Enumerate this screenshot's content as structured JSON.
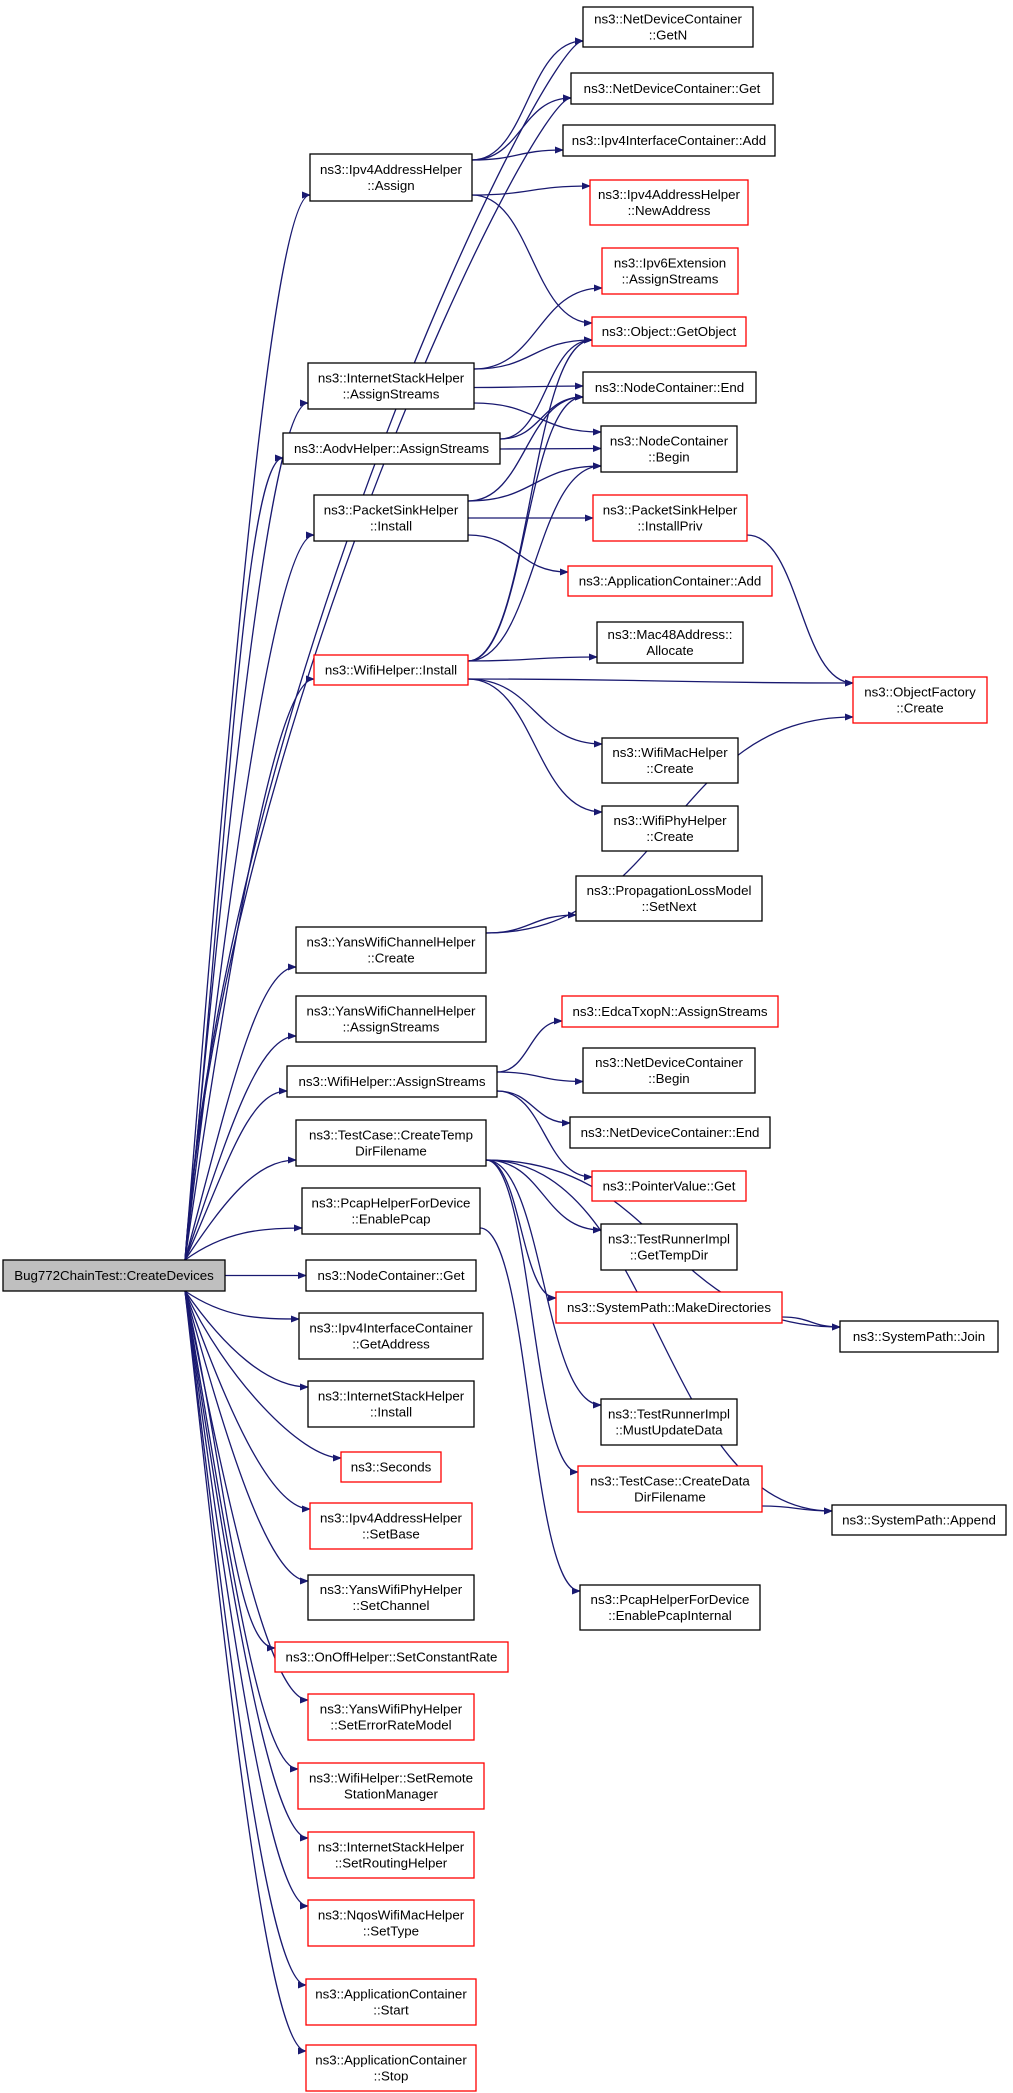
{
  "diagram": {
    "type": "call-graph",
    "root": "Bug772ChainTest::CreateDevices",
    "colors": {
      "edge": "#191970",
      "node_border": "#000000",
      "node_border_truncated": "#ff0000",
      "root_fill": "#bfbfbf"
    },
    "nodes": [
      {
        "id": "root",
        "lines": [
          "Bug772ChainTest::CreateDevices"
        ],
        "style": "root"
      },
      {
        "id": "ndc_getn",
        "lines": [
          "ns3::NetDeviceContainer",
          "::GetN"
        ],
        "style": "black"
      },
      {
        "id": "ndc_get",
        "lines": [
          "ns3::NetDeviceContainer::Get"
        ],
        "style": "black"
      },
      {
        "id": "ipv4addr_assign",
        "lines": [
          "ns3::Ipv4AddressHelper",
          "::Assign"
        ],
        "style": "black"
      },
      {
        "id": "ipv4if_add",
        "lines": [
          "ns3::Ipv4InterfaceContainer::Add"
        ],
        "style": "black"
      },
      {
        "id": "ipv4addr_newaddress",
        "lines": [
          "ns3::Ipv4AddressHelper",
          "::NewAddress"
        ],
        "style": "red"
      },
      {
        "id": "ipv6ext_assign",
        "lines": [
          "ns3::Ipv6Extension",
          "::AssignStreams"
        ],
        "style": "red"
      },
      {
        "id": "object_getobject",
        "lines": [
          "ns3::Object::GetObject"
        ],
        "style": "red"
      },
      {
        "id": "internetstack_assign",
        "lines": [
          "ns3::InternetStackHelper",
          "::AssignStreams"
        ],
        "style": "black"
      },
      {
        "id": "nodecontainer_end",
        "lines": [
          "ns3::NodeContainer::End"
        ],
        "style": "black"
      },
      {
        "id": "aodv_assign",
        "lines": [
          "ns3::AodvHelper::AssignStreams"
        ],
        "style": "black"
      },
      {
        "id": "nodecontainer_begin",
        "lines": [
          "ns3::NodeContainer",
          "::Begin"
        ],
        "style": "black"
      },
      {
        "id": "packetsink_install",
        "lines": [
          "ns3::PacketSinkHelper",
          "::Install"
        ],
        "style": "black"
      },
      {
        "id": "packetsink_installpriv",
        "lines": [
          "ns3::PacketSinkHelper",
          "::InstallPriv"
        ],
        "style": "red"
      },
      {
        "id": "appcontainer_add",
        "lines": [
          "ns3::ApplicationContainer::Add"
        ],
        "style": "red"
      },
      {
        "id": "mac48_allocate",
        "lines": [
          "ns3::Mac48Address::",
          "Allocate"
        ],
        "style": "black"
      },
      {
        "id": "wifihelper_install",
        "lines": [
          "ns3::WifiHelper::Install"
        ],
        "style": "red"
      },
      {
        "id": "objectfactory_create",
        "lines": [
          "ns3::ObjectFactory",
          "::Create"
        ],
        "style": "red"
      },
      {
        "id": "wifimac_create",
        "lines": [
          "ns3::WifiMacHelper",
          "::Create"
        ],
        "style": "black"
      },
      {
        "id": "wifiphy_create",
        "lines": [
          "ns3::WifiPhyHelper",
          "::Create"
        ],
        "style": "black"
      },
      {
        "id": "proploss_setnext",
        "lines": [
          "ns3::PropagationLossModel",
          "::SetNext"
        ],
        "style": "black"
      },
      {
        "id": "yanschannel_create",
        "lines": [
          "ns3::YansWifiChannelHelper",
          "::Create"
        ],
        "style": "black"
      },
      {
        "id": "yanschannel_assign",
        "lines": [
          "ns3::YansWifiChannelHelper",
          "::AssignStreams"
        ],
        "style": "black"
      },
      {
        "id": "edca_assign",
        "lines": [
          "ns3::EdcaTxopN::AssignStreams"
        ],
        "style": "red"
      },
      {
        "id": "wifihelper_assign",
        "lines": [
          "ns3::WifiHelper::AssignStreams"
        ],
        "style": "black"
      },
      {
        "id": "ndc_begin",
        "lines": [
          "ns3::NetDeviceContainer",
          "::Begin"
        ],
        "style": "black"
      },
      {
        "id": "testcase_createtemp",
        "lines": [
          "ns3::TestCase::CreateTemp",
          "DirFilename"
        ],
        "style": "black"
      },
      {
        "id": "ndc_end",
        "lines": [
          "ns3::NetDeviceContainer::End"
        ],
        "style": "black"
      },
      {
        "id": "pointervalue_get",
        "lines": [
          "ns3::PointerValue::Get"
        ],
        "style": "red"
      },
      {
        "id": "pcap_enablepcap",
        "lines": [
          "ns3::PcapHelperForDevice",
          "::EnablePcap"
        ],
        "style": "black"
      },
      {
        "id": "testrunner_gettempdir",
        "lines": [
          "ns3::TestRunnerImpl",
          "::GetTempDir"
        ],
        "style": "black"
      },
      {
        "id": "nodecontainer_get",
        "lines": [
          "ns3::NodeContainer::Get"
        ],
        "style": "black"
      },
      {
        "id": "systempath_makedirs",
        "lines": [
          "ns3::SystemPath::MakeDirectories"
        ],
        "style": "red"
      },
      {
        "id": "systempath_join",
        "lines": [
          "ns3::SystemPath::Join"
        ],
        "style": "black"
      },
      {
        "id": "ipv4if_getaddress",
        "lines": [
          "ns3::Ipv4InterfaceContainer",
          "::GetAddress"
        ],
        "style": "black"
      },
      {
        "id": "internetstack_install",
        "lines": [
          "ns3::InternetStackHelper",
          "::Install"
        ],
        "style": "black"
      },
      {
        "id": "testrunner_mustupdate",
        "lines": [
          "ns3::TestRunnerImpl",
          "::MustUpdateData"
        ],
        "style": "black"
      },
      {
        "id": "seconds",
        "lines": [
          "ns3::Seconds"
        ],
        "style": "red"
      },
      {
        "id": "testcase_createdata",
        "lines": [
          "ns3::TestCase::CreateData",
          "DirFilename"
        ],
        "style": "red"
      },
      {
        "id": "systempath_append",
        "lines": [
          "ns3::SystemPath::Append"
        ],
        "style": "black"
      },
      {
        "id": "ipv4addr_setbase",
        "lines": [
          "ns3::Ipv4AddressHelper",
          "::SetBase"
        ],
        "style": "red"
      },
      {
        "id": "pcap_enableinternal",
        "lines": [
          "ns3::PcapHelperForDevice",
          "::EnablePcapInternal"
        ],
        "style": "black"
      },
      {
        "id": "yansphy_setchannel",
        "lines": [
          "ns3::YansWifiPhyHelper",
          "::SetChannel"
        ],
        "style": "black"
      },
      {
        "id": "onoff_setconstantrate",
        "lines": [
          "ns3::OnOffHelper::SetConstantRate"
        ],
        "style": "red"
      },
      {
        "id": "yansphy_seterrorrate",
        "lines": [
          "ns3::YansWifiPhyHelper",
          "::SetErrorRateModel"
        ],
        "style": "red"
      },
      {
        "id": "wifihelper_setremote",
        "lines": [
          "ns3::WifiHelper::SetRemote",
          "StationManager"
        ],
        "style": "red"
      },
      {
        "id": "internetstack_setrouting",
        "lines": [
          "ns3::InternetStackHelper",
          "::SetRoutingHelper"
        ],
        "style": "red"
      },
      {
        "id": "nqos_settype",
        "lines": [
          "ns3::NqosWifiMacHelper",
          "::SetType"
        ],
        "style": "red"
      },
      {
        "id": "appcontainer_start",
        "lines": [
          "ns3::ApplicationContainer",
          "::Start"
        ],
        "style": "red"
      },
      {
        "id": "appcontainer_stop",
        "lines": [
          "ns3::ApplicationContainer",
          "::Stop"
        ],
        "style": "red"
      }
    ],
    "edges": [
      [
        "root",
        "ndc_getn"
      ],
      [
        "root",
        "ndc_get"
      ],
      [
        "root",
        "ipv4addr_assign"
      ],
      [
        "root",
        "internetstack_assign"
      ],
      [
        "root",
        "aodv_assign"
      ],
      [
        "root",
        "packetsink_install"
      ],
      [
        "root",
        "wifihelper_install"
      ],
      [
        "root",
        "yanschannel_create"
      ],
      [
        "root",
        "yanschannel_assign"
      ],
      [
        "root",
        "wifihelper_assign"
      ],
      [
        "root",
        "testcase_createtemp"
      ],
      [
        "root",
        "pcap_enablepcap"
      ],
      [
        "root",
        "nodecontainer_get"
      ],
      [
        "root",
        "ipv4if_getaddress"
      ],
      [
        "root",
        "internetstack_install"
      ],
      [
        "root",
        "seconds"
      ],
      [
        "root",
        "ipv4addr_setbase"
      ],
      [
        "root",
        "yansphy_setchannel"
      ],
      [
        "root",
        "onoff_setconstantrate"
      ],
      [
        "root",
        "yansphy_seterrorrate"
      ],
      [
        "root",
        "wifihelper_setremote"
      ],
      [
        "root",
        "internetstack_setrouting"
      ],
      [
        "root",
        "nqos_settype"
      ],
      [
        "root",
        "appcontainer_start"
      ],
      [
        "root",
        "appcontainer_stop"
      ],
      [
        "ipv4addr_assign",
        "ndc_getn"
      ],
      [
        "ipv4addr_assign",
        "ndc_get"
      ],
      [
        "ipv4addr_assign",
        "ipv4if_add"
      ],
      [
        "ipv4addr_assign",
        "ipv4addr_newaddress"
      ],
      [
        "ipv4addr_assign",
        "object_getobject"
      ],
      [
        "internetstack_assign",
        "ipv6ext_assign"
      ],
      [
        "internetstack_assign",
        "object_getobject"
      ],
      [
        "internetstack_assign",
        "nodecontainer_end"
      ],
      [
        "internetstack_assign",
        "nodecontainer_begin"
      ],
      [
        "aodv_assign",
        "object_getobject"
      ],
      [
        "aodv_assign",
        "nodecontainer_end"
      ],
      [
        "aodv_assign",
        "nodecontainer_begin"
      ],
      [
        "packetsink_install",
        "nodecontainer_end"
      ],
      [
        "packetsink_install",
        "nodecontainer_begin"
      ],
      [
        "packetsink_install",
        "packetsink_installpriv"
      ],
      [
        "packetsink_install",
        "appcontainer_add"
      ],
      [
        "packetsink_installpriv",
        "objectfactory_create"
      ],
      [
        "wifihelper_install",
        "object_getobject"
      ],
      [
        "wifihelper_install",
        "nodecontainer_end"
      ],
      [
        "wifihelper_install",
        "nodecontainer_begin"
      ],
      [
        "wifihelper_install",
        "mac48_allocate"
      ],
      [
        "wifihelper_install",
        "objectfactory_create"
      ],
      [
        "wifihelper_install",
        "wifimac_create"
      ],
      [
        "wifihelper_install",
        "wifiphy_create"
      ],
      [
        "yanschannel_create",
        "proploss_setnext"
      ],
      [
        "yanschannel_create",
        "objectfactory_create"
      ],
      [
        "wifihelper_assign",
        "edca_assign"
      ],
      [
        "wifihelper_assign",
        "ndc_begin"
      ],
      [
        "wifihelper_assign",
        "ndc_end"
      ],
      [
        "wifihelper_assign",
        "pointervalue_get"
      ],
      [
        "testcase_createtemp",
        "testrunner_gettempdir"
      ],
      [
        "testcase_createtemp",
        "systempath_makedirs"
      ],
      [
        "testcase_createtemp",
        "systempath_join"
      ],
      [
        "testcase_createtemp",
        "testrunner_mustupdate"
      ],
      [
        "testcase_createtemp",
        "testcase_createdata"
      ],
      [
        "testcase_createtemp",
        "systempath_append"
      ],
      [
        "systempath_makedirs",
        "systempath_join"
      ],
      [
        "testcase_createdata",
        "systempath_append"
      ],
      [
        "pcap_enablepcap",
        "pcap_enableinternal"
      ]
    ]
  }
}
